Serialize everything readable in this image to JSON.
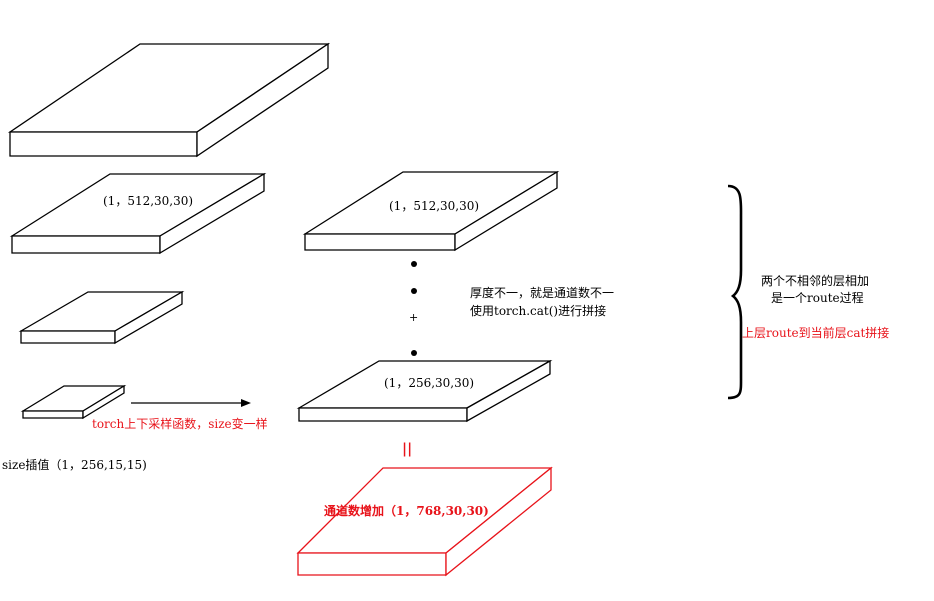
{
  "labels": {
    "slab2_shape": "(1，512,30,30)",
    "right_top_shape": "(1，512,30,30)",
    "right_mid_shape": "(1，256,30,30)",
    "size_interp": "size插值（1，256,15,15)",
    "upsample_func": "torch上下采样函数，size变一样",
    "thickness_line1": "厚度不一，就是通道数不一",
    "thickness_line2": "使用torch.cat()进行拼接",
    "plus_sign": "+",
    "equals_sign": "||",
    "channel_increase": "通道数增加（1，768,30,30)",
    "route_line1": "两个不相邻的层相加",
    "route_line2": "是一个route过程",
    "route_concat": "上层route到当前层cat拼接"
  },
  "colors": {
    "ink": "#000000",
    "accent": "#e8131a"
  }
}
